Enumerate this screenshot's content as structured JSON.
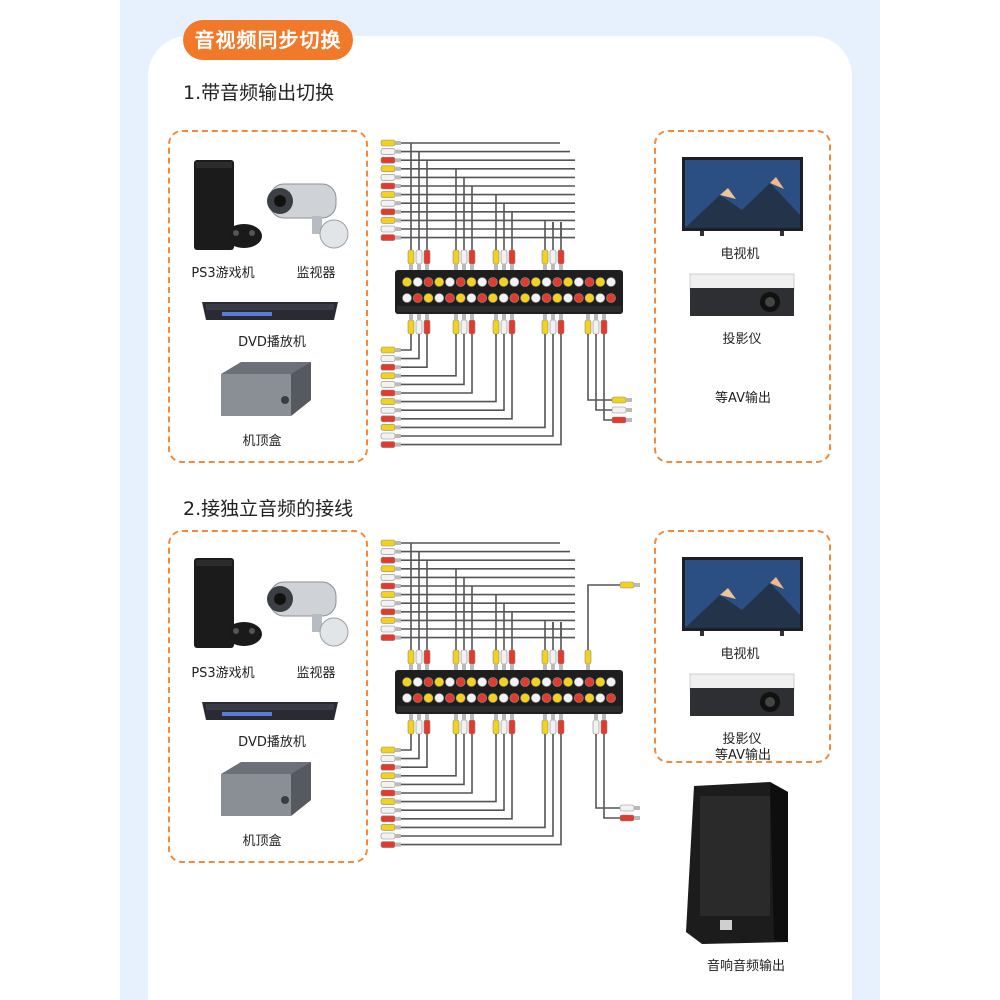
{
  "badge": "音视频同步切换",
  "section1": {
    "heading": "1.带音频输出切换",
    "sources": {
      "console_label": "PS3游戏机",
      "camera_label": "监视器",
      "dvd_label": "DVD播放机",
      "stb_label": "机顶盒"
    },
    "outputs": {
      "tv_label": "电视机",
      "projector_label": "投影仪",
      "av_label": "等AV输出"
    }
  },
  "section2": {
    "heading": "2.接独立音频的接线",
    "sources": {
      "console_label": "PS3游戏机",
      "camera_label": "监视器",
      "dvd_label": "DVD播放机",
      "stb_label": "机顶盒"
    },
    "outputs": {
      "tv_label": "电视机",
      "projector_label": "投影仪",
      "av_label": "等AV输出",
      "speaker_label": "音响音频输出"
    }
  },
  "colors": {
    "accent": "#f2792a",
    "dash": "#f28a3a",
    "plug_red": "#e23b2e",
    "plug_yellow": "#f3d21c",
    "plug_white": "#f2f2f2"
  }
}
